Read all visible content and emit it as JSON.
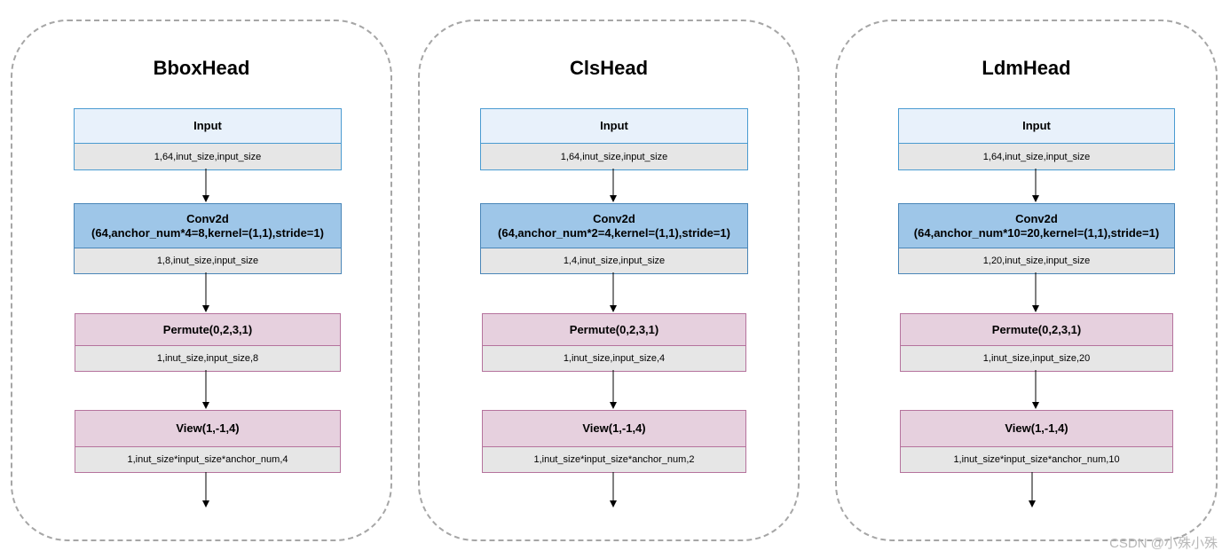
{
  "panels": [
    {
      "title": "BboxHead",
      "input": {
        "label": "Input",
        "shape": "1,64,inut_size,input_size"
      },
      "conv": {
        "label_line1": "Conv2d",
        "label_line2": "(64,anchor_num*4=8,kernel=(1,1),stride=1)",
        "shape": "1,8,inut_size,input_size"
      },
      "permute": {
        "label": "Permute(0,2,3,1)",
        "shape": "1,inut_size,input_size,8"
      },
      "view": {
        "label": "View(1,-1,4)",
        "shape": "1,inut_size*input_size*anchor_num,4"
      }
    },
    {
      "title": "ClsHead",
      "input": {
        "label": "Input",
        "shape": "1,64,inut_size,input_size"
      },
      "conv": {
        "label_line1": "Conv2d",
        "label_line2": "(64,anchor_num*2=4,kernel=(1,1),stride=1)",
        "shape": "1,4,inut_size,input_size"
      },
      "permute": {
        "label": "Permute(0,2,3,1)",
        "shape": "1,inut_size,input_size,4"
      },
      "view": {
        "label": "View(1,-1,4)",
        "shape": "1,inut_size*input_size*anchor_num,2"
      }
    },
    {
      "title": "LdmHead",
      "input": {
        "label": "Input",
        "shape": "1,64,inut_size,input_size"
      },
      "conv": {
        "label_line1": "Conv2d",
        "label_line2": "(64,anchor_num*10=20,kernel=(1,1),stride=1)",
        "shape": "1,20,inut_size,input_size"
      },
      "permute": {
        "label": "Permute(0,2,3,1)",
        "shape": "1,inut_size,input_size,20"
      },
      "view": {
        "label": "View(1,-1,4)",
        "shape": "1,inut_size*input_size*anchor_num,10"
      }
    }
  ],
  "watermark": "CSDN @小殊小殊",
  "colors": {
    "input_header": "#e8f1fb",
    "conv_header": "#9ec6e8",
    "permute_view_header": "#e6d0de",
    "shape_row": "#e6e6e6",
    "panel_border": "#a6a6a6"
  }
}
